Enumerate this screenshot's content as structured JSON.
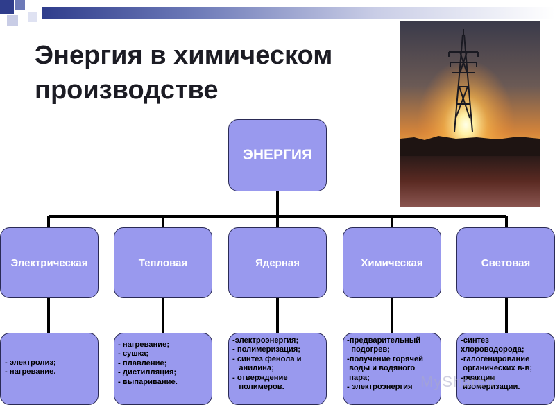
{
  "title": {
    "line1": "Энергия в химическом",
    "line2": "производстве"
  },
  "root": {
    "label": "ЭНЕРГИЯ"
  },
  "categories": [
    {
      "label": "Электрическая",
      "items": [
        "- электролиз;",
        "- нагревание."
      ]
    },
    {
      "label": "Тепловая",
      "items": [
        "- нагревание;",
        "- сушка;",
        "- плавление;",
        "- дистилляция;",
        "- выпаривание."
      ]
    },
    {
      "label": "Ядерная",
      "items": [
        "-электроэнергия;",
        "- полимеризация;",
        "- синтез фенола и",
        "   анилина;",
        "- отверждение",
        "   полимеров."
      ]
    },
    {
      "label": "Химическая",
      "items": [
        "-предварительный",
        "  подогрев;",
        "-получение горячей",
        " воды и водяного",
        " пара;",
        "- электроэнергия"
      ]
    },
    {
      "label": "Световая",
      "items": [
        "-синтез",
        "хлороводорода;",
        "-галогенирование",
        " органических в-в;",
        "-реакции",
        " изомеризации."
      ]
    }
  ],
  "watermark": "MyShared",
  "colors": {
    "box_fill": "#9999ee",
    "box_border": "#2a2a55",
    "title_bar": "#2f3d8c"
  }
}
